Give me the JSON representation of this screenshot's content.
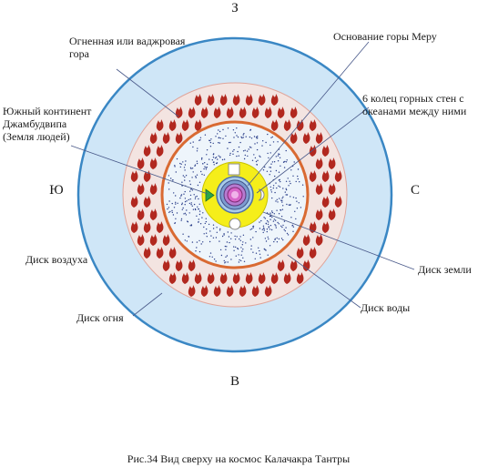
{
  "directions": {
    "north": "З",
    "south": "В",
    "west": "Ю",
    "east": "С"
  },
  "labels": {
    "fire_mountain_line1": "Огненная или ваджровая",
    "fire_mountain_line2": "гора",
    "meru_base": "Основание горы Меру",
    "rings_line1": "6 колец горных стен с",
    "rings_line2": "океанами между ними",
    "south_continent_line1": "Южный континент",
    "south_continent_line2": "Джамбудвипа",
    "south_continent_line3": "(Земля людей)",
    "air_disk": "Диск воздуха",
    "earth_disk": "Диск земли",
    "water_disk": "Диск воды",
    "fire_disk": "Диск огня"
  },
  "caption": "Рис.34   Вид сверху на космос Калачакра Тантры",
  "colors": {
    "air": "#cfe6f7",
    "air_rim": "#3a87c4",
    "fire": "#f3e4e1",
    "flame": "#b2281f",
    "orange_ring": "#d96a32",
    "water": "#eef5fb",
    "yellow": "#f5ee1a",
    "meru_pink": "#d866c9",
    "leader": "#4a5a8a"
  }
}
